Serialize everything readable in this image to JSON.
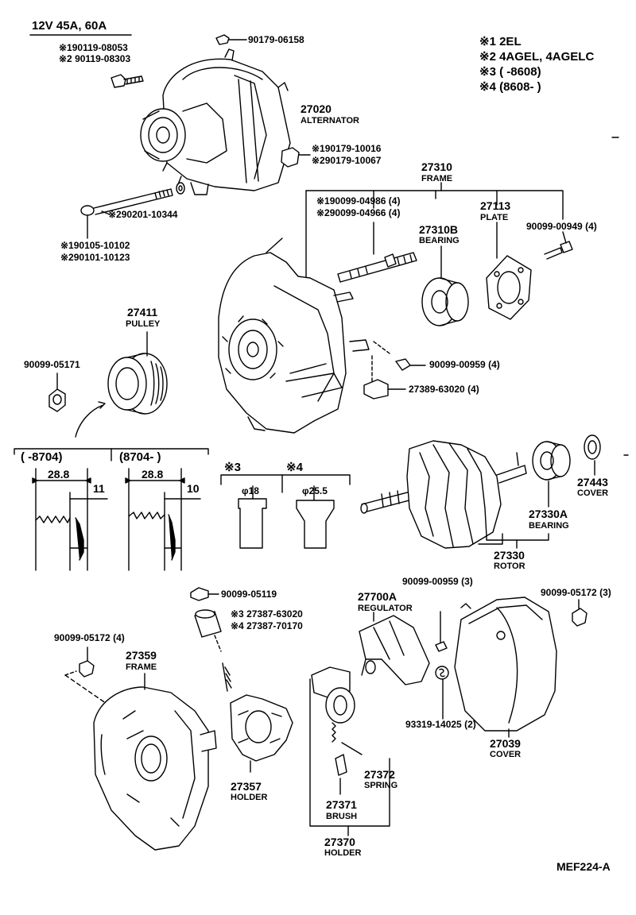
{
  "header": {
    "title": "12V 45A, 60A",
    "footer_code": "MEF224-A"
  },
  "legend": [
    {
      "mark": "※1",
      "text": "2EL"
    },
    {
      "mark": "※2",
      "text": "4AGEL, 4AGELC"
    },
    {
      "mark": "※3",
      "text": "(      -8608)"
    },
    {
      "mark": "※4",
      "text": "(8608-       )"
    }
  ],
  "parts": {
    "bolt_90179_06158": "90179-06158",
    "bolt_top_1": "※190119-08053",
    "bolt_top_2": "※2 90119-08303",
    "alternator_no": "27020",
    "alternator_name": "ALTERNATOR",
    "nut_1": "※190179-10016",
    "nut_2": "※290179-10067",
    "frame_no": "27310",
    "frame_name": "FRAME",
    "stud_1": "※190099-04986 (4)",
    "stud_2": "※290099-04966 (4)",
    "bearing_no": "27310B",
    "bearing_name": "BEARING",
    "plate_no": "27113",
    "plate_name": "PLATE",
    "screw_00949": "90099-00949 (4)",
    "washer_10344": "※290201-10344",
    "long_bolt_1": "※190105-10102",
    "long_bolt_2": "※290101-10123",
    "pulley_no": "27411",
    "pulley_name": "PULLEY",
    "nut_05171": "90099-05171",
    "screw_00959": "90099-00959 (4)",
    "insulator_63020": "27389-63020 (4)",
    "cover_no": "27443",
    "cover_name": "COVER",
    "rotor_bearing_no": "27330A",
    "rotor_bearing_name": "BEARING",
    "rotor_no": "27330",
    "rotor_name": "ROTOR",
    "nut_05119": "90099-05119",
    "term_1": "※3 27387-63020",
    "term_2": "※4 27387-70170",
    "nut_05172_4": "90099-05172 (4)",
    "rear_frame_no": "27359",
    "rear_frame_name": "FRAME",
    "holder_no": "27357",
    "holder_name": "HOLDER",
    "regulator_no": "27700A",
    "regulator_name": "REGULATOR",
    "screw_00959_3": "90099-00959 (3)",
    "nut_05172_3": "90099-05172 (3)",
    "washer_14025": "93319-14025 (2)",
    "rear_cover_no": "27039",
    "rear_cover_name": "COVER",
    "spring_no": "27372",
    "spring_name": "SPRING",
    "brush_no": "27371",
    "brush_name": "BRUSH",
    "brush_holder_no": "27370",
    "brush_holder_name": "HOLDER"
  },
  "pulley_variants": {
    "left_range": "(      -8704)",
    "right_range": "(8704-        )",
    "left_width": "28.8",
    "left_groove": "11",
    "right_width": "28.8",
    "right_groove": "10"
  },
  "terminal_variants": {
    "mark_3": "※3",
    "mark_4": "※4",
    "dia_3": "φ18",
    "dia_4": "φ25.5"
  }
}
